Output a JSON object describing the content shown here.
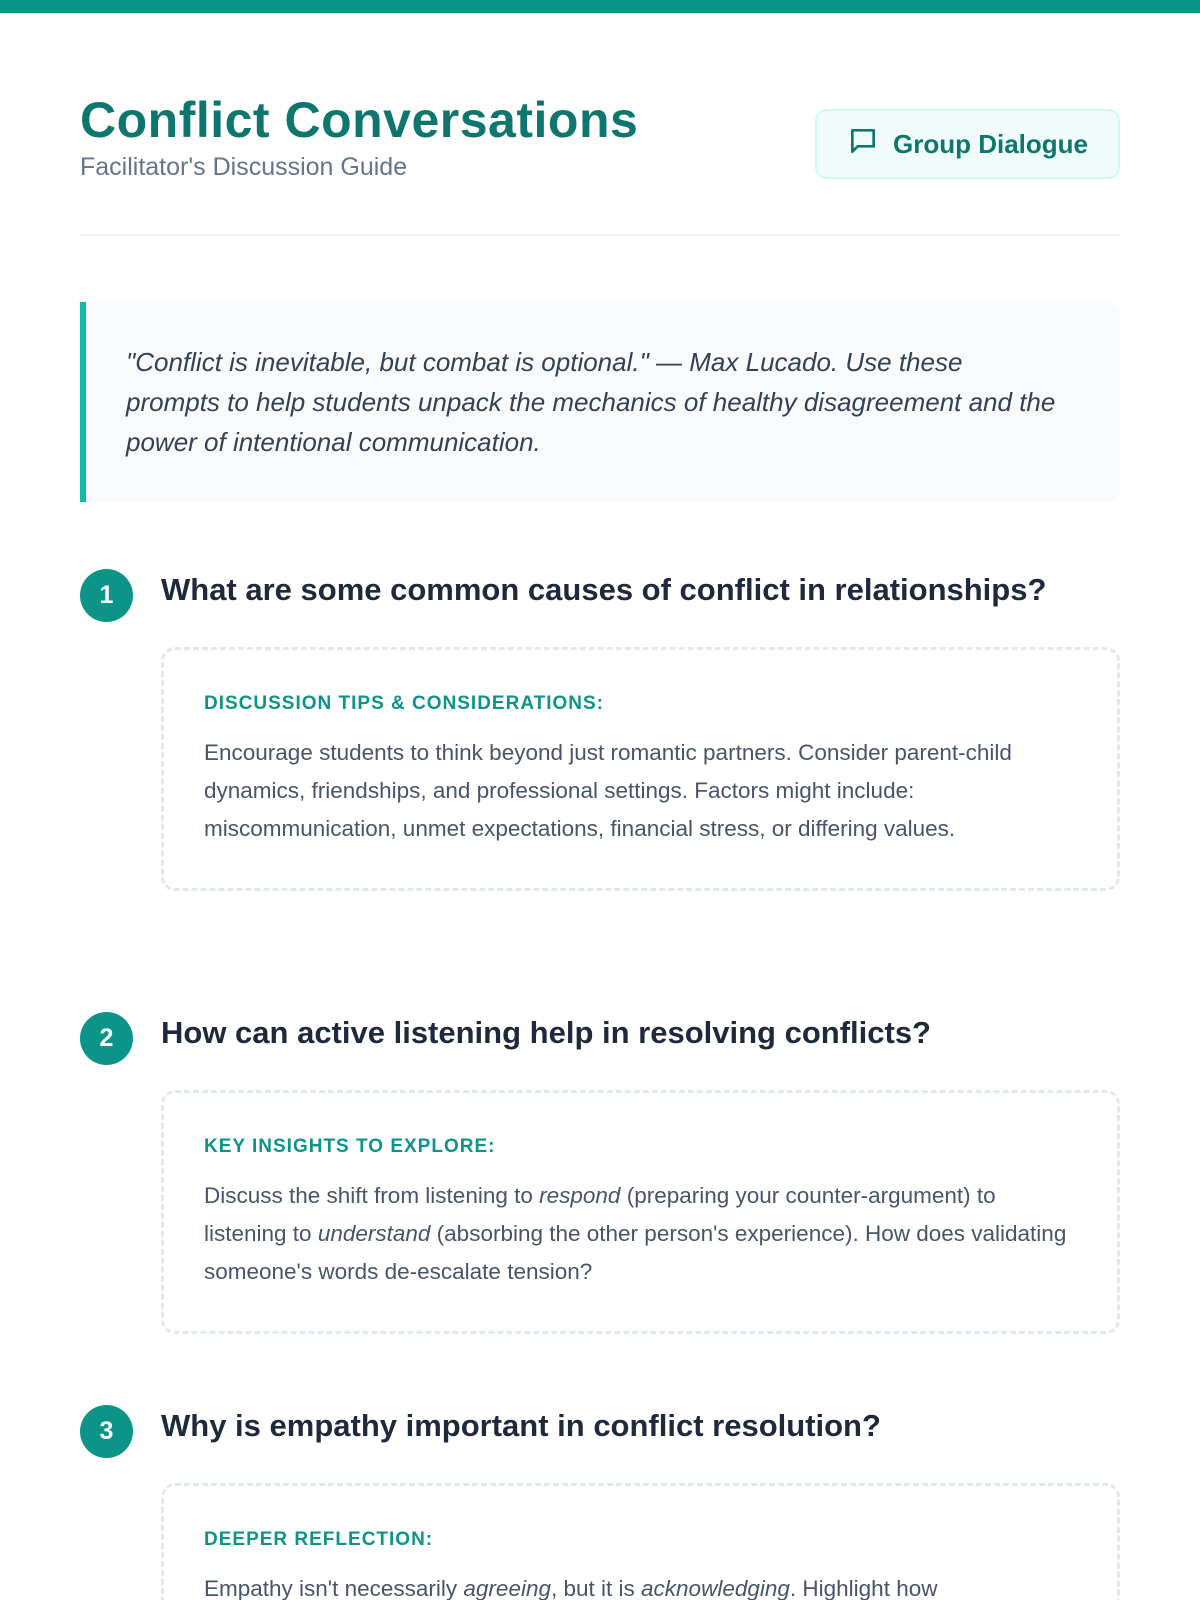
{
  "theme": {
    "accent": "#0d9488",
    "title": "#0f766e"
  },
  "header": {
    "title": "Conflict Conversations",
    "subtitle": "Facilitator's Discussion Guide",
    "badge": {
      "icon": "chat-bubble-icon",
      "label": "Group Dialogue"
    }
  },
  "quote": "\"Conflict is inevitable, but combat is optional.\" — Max Lucado. Use these prompts to help students unpack the mechanics of healthy disagreement and the power of intentional communication.",
  "questions": [
    {
      "number": "1",
      "text": "What are some common causes of conflict in relationships?",
      "tips_label": "Discussion Tips & Considerations:",
      "tips_body": [
        {
          "t": "Encourage students to think beyond just romantic partners. Consider parent-child dynamics, friendships, and professional settings. Factors might include: miscommunication, unmet expectations, financial stress, or differing values."
        }
      ]
    },
    {
      "number": "2",
      "text": "How can active listening help in resolving conflicts?",
      "tips_label": "Key Insights to Explore:",
      "tips_body": [
        {
          "t": "Discuss the shift from listening to "
        },
        {
          "t": "respond",
          "em": true
        },
        {
          "t": " (preparing your counter-argument) to listening to "
        },
        {
          "t": "understand",
          "em": true
        },
        {
          "t": " (absorbing the other person's experience). How does validating someone's words de-escalate tension?"
        }
      ]
    },
    {
      "number": "3",
      "text": "Why is empathy important in conflict resolution?",
      "tips_label": "Deeper Reflection:",
      "tips_body": [
        {
          "t": "Empathy isn't necessarily "
        },
        {
          "t": "agreeing",
          "em": true
        },
        {
          "t": ", but it is "
        },
        {
          "t": "acknowledging",
          "em": true
        },
        {
          "t": ". Highlight how"
        }
      ]
    }
  ]
}
